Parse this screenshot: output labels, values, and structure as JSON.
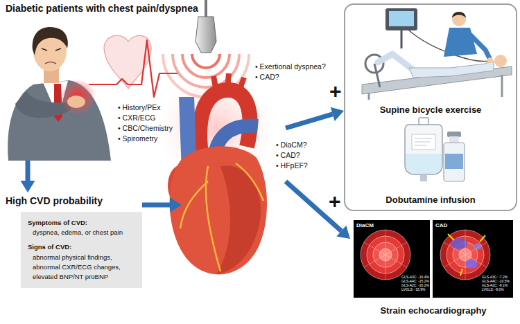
{
  "diagram": {
    "nodes": [
      {
        "text": [
          "Diabetic patients with chest pain/dyspnea",
          "• History/PEx",
          "• CXR/ECG",
          "• CBC/Chemistry",
          "• Spirometry"
        ]
      },
      {
        "text": [
          "High CVD probability",
          "Symptoms of CVD:",
          "dyspnea, edema, or chest pain",
          "Signs of CVD:",
          "abnormal physical findings, abnormal CXR/ECG changes, elevated BNP/NT proBNP"
        ]
      },
      {
        "text": [
          "• Exertional dyspnea?",
          "• CAD?",
          "• DiaCM?",
          "• CAD?",
          "• HFpEF?"
        ]
      },
      {
        "text": [
          "+"
        ]
      },
      {
        "text": [
          "Supine bicycle exercise"
        ],
        "in": 3
      },
      {
        "text": [
          "Dobutamine infusion"
        ],
        "in": 3
      },
      {
        "text": [
          "+",
          "Strain echocardiography"
        ]
      }
    ],
    "edges": [
      {
        "from": 0,
        "to": 1,
        "arrow": "to"
      },
      {
        "from": 1,
        "to": 2,
        "arrow": "to"
      },
      {
        "from": 2,
        "to": 3,
        "arrow": "to"
      },
      {
        "from": 2,
        "to": 6,
        "arrow": "to"
      }
    ],
    "labels": [
      "DiaCM",
      "CAD",
      "GLS-A3C: -16.4%",
      "GLS-A4C: -15.2%",
      "GLS-A2C: -16.2%",
      "LVGLS: -15.9%",
      "GLS-A3C: -7.2%",
      "GLS-A4C: -10.5%",
      "GLS-A2C: -9.1%",
      "LVGLS: -9.0%"
    ]
  }
}
